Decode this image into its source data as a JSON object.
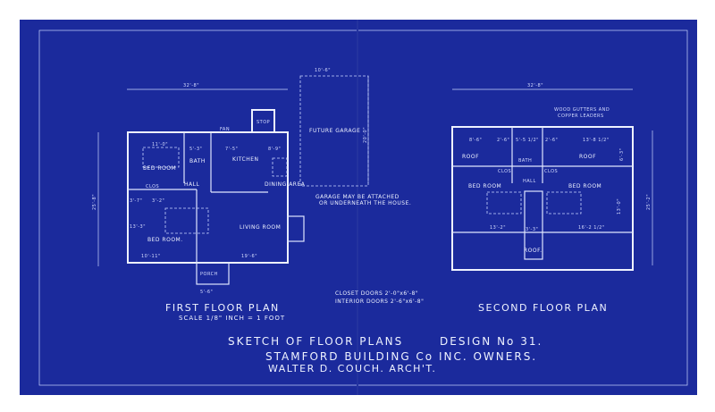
{
  "colors": {
    "paper": "#ffffff",
    "blueprint": "#1b2a9c",
    "lines": "#eef2ff"
  },
  "first_floor": {
    "title": "FIRST FLOOR PLAN",
    "scale": "SCALE 1/8\" INCH = 1 FOOT",
    "width_dim": "32'-8\"",
    "depth_dim": "25'-8\"",
    "rooms": {
      "bed_room_1": "BED ROOM",
      "bath": "BATH",
      "kitchen": "KITCHEN",
      "hall": "HALL",
      "clos": "CLOS",
      "dining": "DINING AREA",
      "living": "LIVING ROOM",
      "bed_room_2": "BED ROOM.",
      "porch": "PORCH",
      "stop": "STOP",
      "fan": "FAN"
    },
    "dims": [
      "11'-0\"",
      "5'-3\"",
      "7'-5\"",
      "8'-9\"",
      "13'-3\"",
      "10'-11\"",
      "19'-6\"",
      "5'-6\"",
      "3'-7\"",
      "3'-2\""
    ]
  },
  "garage": {
    "label": "FUTURE GARAGE",
    "width_dim": "10'-6\"",
    "depth_dim": "20'-0\"",
    "note_line1": "GARAGE MAY BE ATTACHED",
    "note_line2": "OR UNDERNEATH THE HOUSE."
  },
  "doors_note": {
    "line1": "CLOSET DOORS 2'-0\"x6'-8\"",
    "line2": "INTERIOR DOORS 2'-6\"x6'-8\""
  },
  "second_floor": {
    "title": "SECOND FLOOR PLAN",
    "width_dim": "32'-8\"",
    "depth_dim": "25'-2\"",
    "gutter_note_line1": "WOOD GUTTERS AND",
    "gutter_note_line2": "COPPER LEADERS",
    "rooms": {
      "roof_left": "ROOF",
      "roof_right": "ROOF",
      "roof_bottom": "ROOF.",
      "bath": "BATH",
      "clos_left": "CLOS",
      "clos_right": "CLOS",
      "hall": "HALL",
      "bed_left": "BED ROOM",
      "bed_right": "BED ROOM"
    },
    "dims": [
      "8'-6\"",
      "2'-6\"",
      "5'-5 1/2\"",
      "2'-6\"",
      "13'-8 1/2\"",
      "13'-0\"",
      "13'-2\"",
      "16'-2 1/2\"",
      "3'-3\"",
      "6'-3\""
    ]
  },
  "footer": {
    "sketch_title": "SKETCH OF FLOOR PLANS",
    "design_no": "DESIGN No 31.",
    "owner": "STAMFORD BUILDING Co INC. OWNERS.",
    "architect": "WALTER D. COUCH. ARCH'T."
  }
}
